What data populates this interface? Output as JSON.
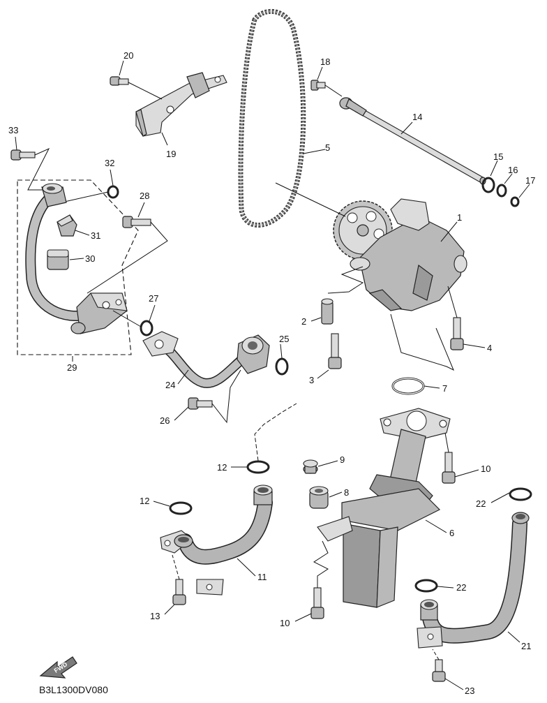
{
  "diagram": {
    "code": "B3L1300DV080",
    "fwd_label": "FWD",
    "callouts": {
      "c1": "1",
      "c2": "2",
      "c3": "3",
      "c4": "4",
      "c5": "5",
      "c6": "6",
      "c7": "7",
      "c8": "8",
      "c9": "9",
      "c10a": "10",
      "c10b": "10",
      "c11": "11",
      "c12a": "12",
      "c12b": "12",
      "c13": "13",
      "c14": "14",
      "c15": "15",
      "c16": "16",
      "c17": "17",
      "c18": "18",
      "c19": "19",
      "c20": "20",
      "c21": "21",
      "c22a": "22",
      "c22b": "22",
      "c23": "23",
      "c24": "24",
      "c25": "25",
      "c26": "26",
      "c27": "27",
      "c28": "28",
      "c29": "29",
      "c30": "30",
      "c31": "31",
      "c32": "32",
      "c33": "33"
    }
  }
}
